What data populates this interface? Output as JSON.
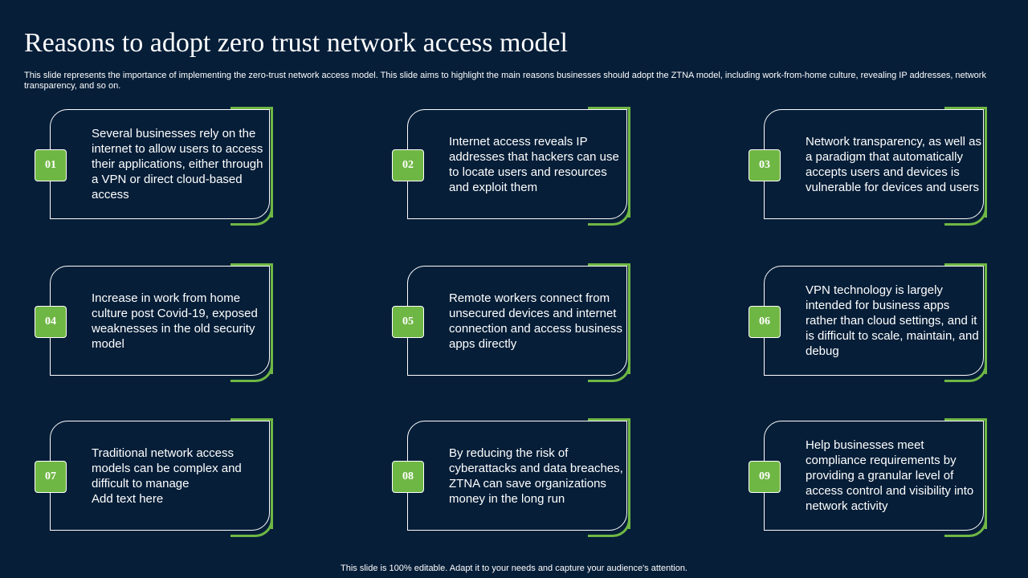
{
  "title": "Reasons to adopt zero trust network access model",
  "subtitle": "This slide represents the importance of implementing the zero-trust network access model. This slide aims to highlight the main reasons businesses should adopt the ZTNA model, including work-from-home culture, revealing IP addresses, network transparency, and so on.",
  "colors": {
    "background": "#061e38",
    "accent": "#6fb744"
  },
  "cards": [
    {
      "number": "01",
      "text": "Several businesses rely on the internet to allow users to access their applications, either through a VPN or direct cloud-based access"
    },
    {
      "number": "02",
      "text": "Internet access reveals IP addresses that hackers can use to locate users and resources and exploit them"
    },
    {
      "number": "03",
      "text": "Network transparency, as well as a paradigm that automatically accepts users and devices is vulnerable for devices and users"
    },
    {
      "number": "04",
      "text": "Increase in work from home culture post Covid-19, exposed weaknesses in the old security model"
    },
    {
      "number": "05",
      "text": "Remote workers connect from unsecured devices and internet connection and access business apps directly"
    },
    {
      "number": "06",
      "text": "VPN technology is largely intended for business apps rather than cloud settings, and it is difficult to scale, maintain, and debug"
    },
    {
      "number": "07",
      "text": "Traditional network access models can be complex and difficult to manage\nAdd text here"
    },
    {
      "number": "08",
      "text": "By reducing the risk of cyberattacks and data breaches, ZTNA can save organizations money in the long run"
    },
    {
      "number": "09",
      "text": "Help businesses meet compliance requirements by providing a granular level of access control and visibility into network activity"
    }
  ],
  "footer": "This slide is 100% editable. Adapt it to your needs and capture your audience's attention."
}
